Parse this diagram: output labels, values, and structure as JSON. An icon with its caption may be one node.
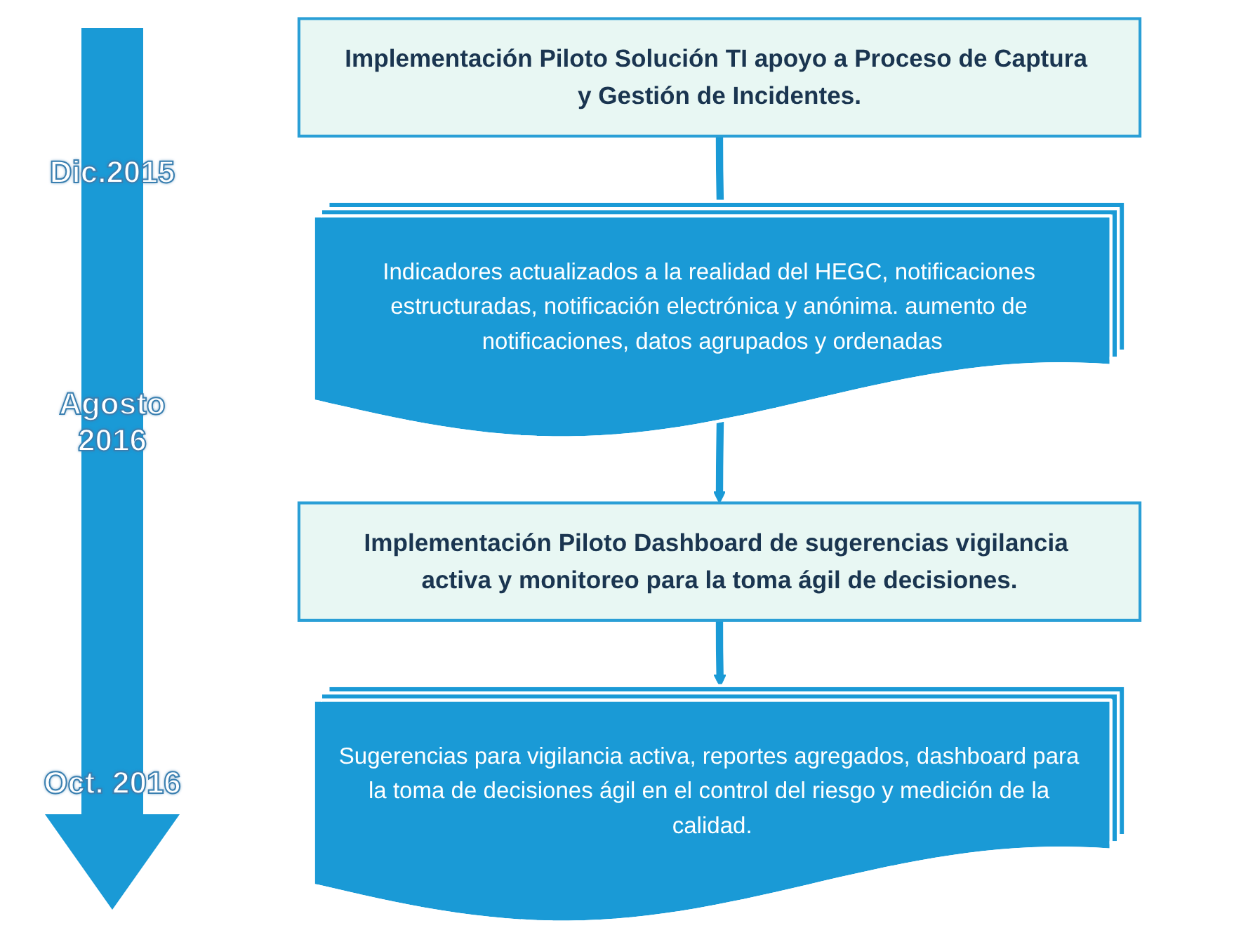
{
  "diagram": {
    "nodes": [
      {
        "text": [
          "Implementación Piloto Solución TI apoyo a Proceso de Captura y Gestión de Incidentes."
        ]
      },
      {
        "text": [
          "Indicadores actualizados a la realidad del HEGC, notificaciones estructuradas, notificación electrónica y anónima. aumento de notificaciones, datos agrupados y ordenadas"
        ]
      },
      {
        "text": [
          "Implementación Piloto Dashboard de sugerencias vigilancia activa y monitoreo para la toma ágil de decisiones."
        ]
      },
      {
        "text": [
          "Sugerencias para vigilancia activa, reportes agregados, dashboard para la toma de decisiones ágil en el control del riesgo y medición de la calidad."
        ]
      }
    ],
    "edges": [
      {
        "from": 0,
        "to": 1,
        "arrow": "none"
      },
      {
        "from": 1,
        "to": 2,
        "arrow": "to"
      },
      {
        "from": 2,
        "to": 3,
        "arrow": "to"
      }
    ],
    "labels": [
      "Dic.2015",
      "Agosto 2016",
      "Oct. 2016"
    ]
  }
}
